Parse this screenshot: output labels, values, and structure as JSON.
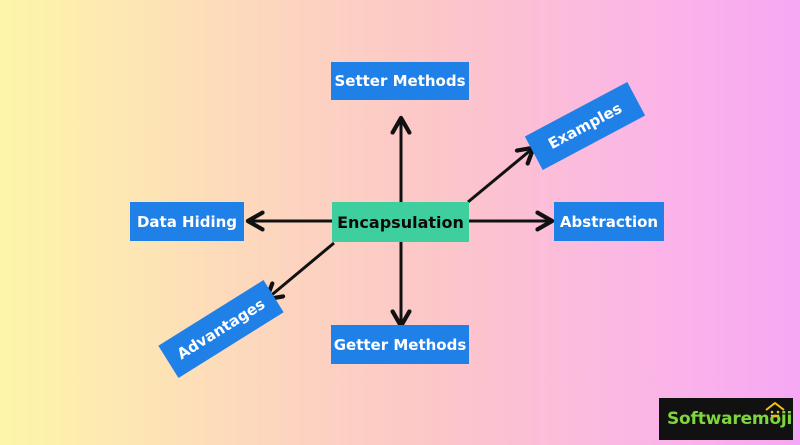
{
  "diagram": {
    "center": "Encapsulation",
    "nodes": {
      "top": "Setter Methods",
      "bottom": "Getter Methods",
      "left": "Data Hiding",
      "right": "Abstraction",
      "upper_right": "Examples",
      "lower_left": "Advantages"
    },
    "colors": {
      "center_fill": "#3fcf9e",
      "node_fill": "#1f80e8",
      "arrow": "#111111"
    }
  },
  "brand": {
    "logo_text": "Softwaremoji",
    "logo_color": "#7fd63c"
  }
}
